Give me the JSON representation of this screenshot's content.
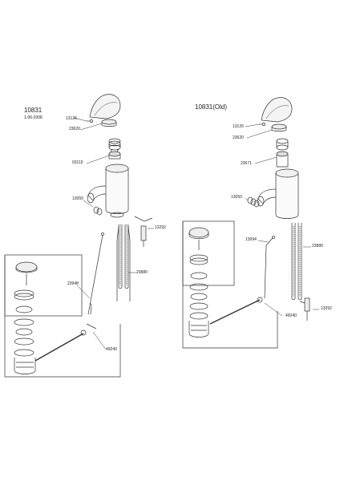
{
  "left": {
    "model": "10831",
    "date": "1-06-2008",
    "parts": {
      "p13126": "13126",
      "p23620": "23620",
      "p03115": "03115",
      "p13050": "13050",
      "p13292": "13292",
      "p23880": "23880",
      "p23948": "23948",
      "p49240": "49240"
    }
  },
  "right": {
    "model": "10831(Old)",
    "parts": {
      "p13126": "13126",
      "p23620": "23620",
      "p23671": "23671",
      "p13050": "13050",
      "p13094": "13094",
      "p23880": "23880",
      "p49240": "49240",
      "p13292": "13292"
    }
  }
}
